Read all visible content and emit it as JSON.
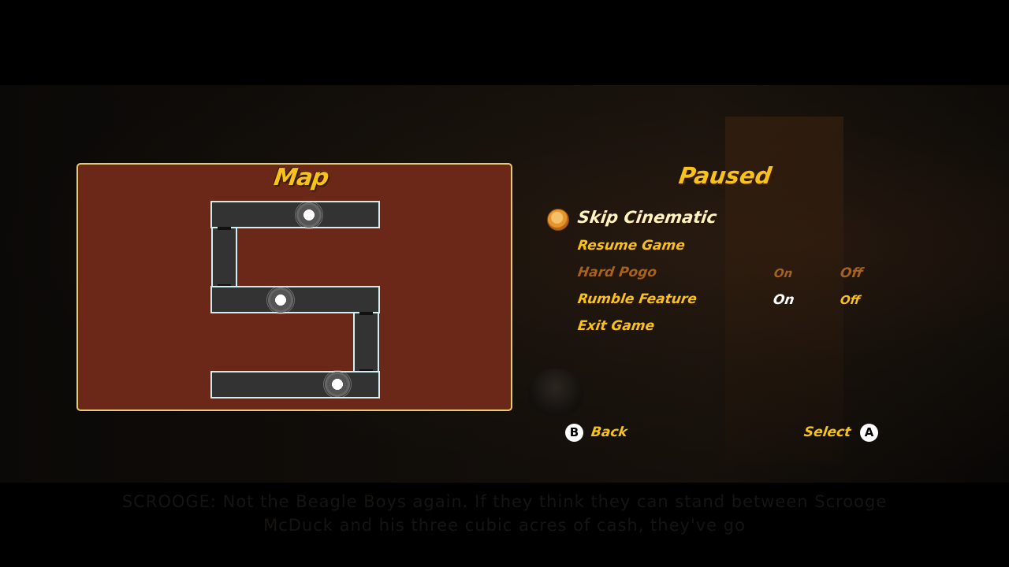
{
  "subtitle": {
    "line1": "SCROOGE: Not the Beagle Boys again.  If they think they can stand between Scrooge",
    "line2": "McDuck and his three cubic acres of cash, they've go"
  },
  "map": {
    "title": "Map"
  },
  "pause_menu": {
    "title": "Paused",
    "items": [
      {
        "label": "Skip Cinematic",
        "state": "selected"
      },
      {
        "label": "Resume Game",
        "state": "normal"
      },
      {
        "label": "Hard Pogo",
        "state": "disabled",
        "on_label": "On",
        "off_label": "Off",
        "value": "Off"
      },
      {
        "label": "Rumble Feature",
        "state": "normal",
        "on_label": "On",
        "off_label": "Off",
        "value": "On"
      },
      {
        "label": "Exit Game",
        "state": "normal"
      }
    ]
  },
  "controls": {
    "back": {
      "button": "B",
      "label": "Back"
    },
    "select": {
      "button": "A",
      "label": "Select"
    }
  },
  "colors": {
    "accent": "#f7c21a",
    "map_bg": "#6b2818",
    "room_fill": "#333333",
    "room_border": "#cfeff2"
  },
  "icons": {
    "cursor": "coin-icon",
    "room_marker": "dot-icon"
  }
}
